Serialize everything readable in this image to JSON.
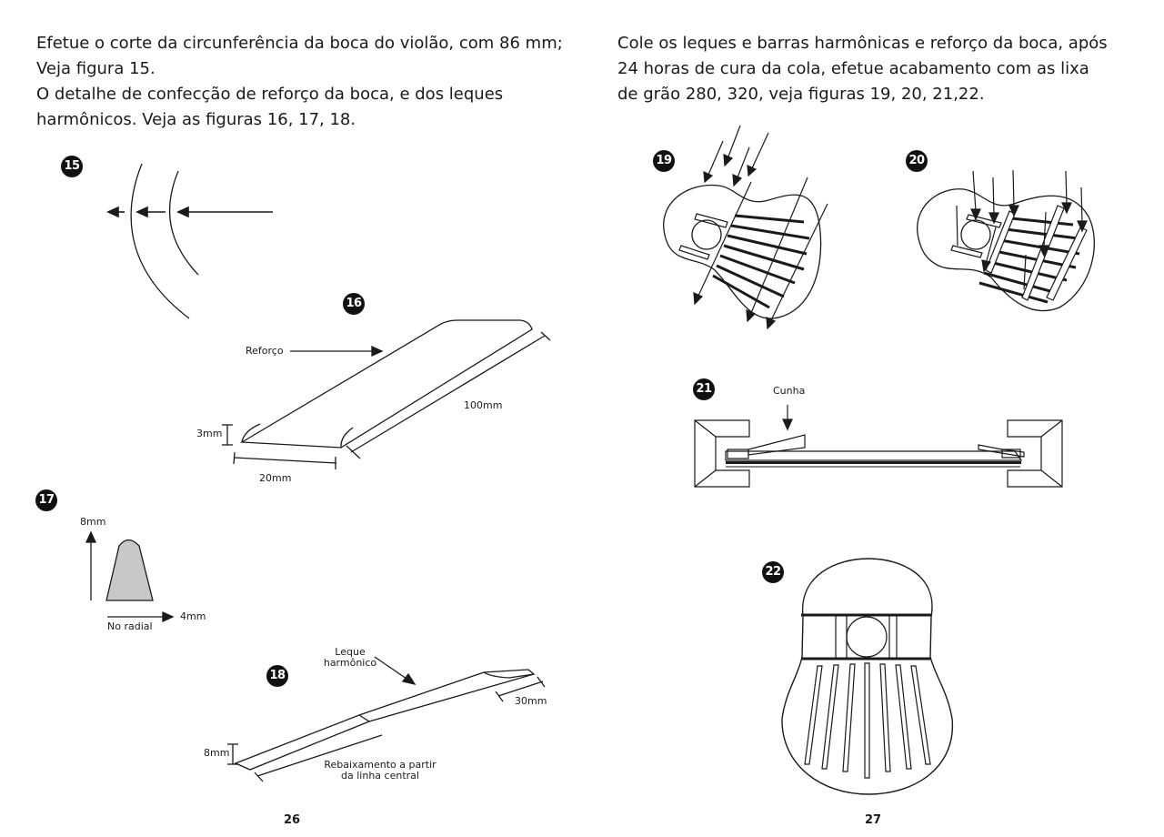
{
  "left_page": {
    "paragraph": {
      "line1": "Efetue o corte  da circunferência da boca do violão, com 86 mm;",
      "line2": "Veja figura 15.",
      "line3": "O detalhe de confecção de reforço da boca, e dos leques",
      "line4": "harmônicos. Veja as figuras 16, 17, 18."
    },
    "figures": {
      "fig15": {
        "number": "15"
      },
      "fig16": {
        "number": "16",
        "label_reforco": "Reforço",
        "dim_thickness": "3mm",
        "dim_width": "20mm",
        "dim_length": "100mm"
      },
      "fig17": {
        "number": "17",
        "dim_height": "8mm",
        "dim_width": "4mm",
        "label_radial": "No radial"
      },
      "fig18": {
        "number": "18",
        "label_leque_line1": "Leque",
        "label_leque_line2": "harmônico",
        "dim_length": "30mm",
        "dim_height": "8mm",
        "label_rebaix_line1": "Rebaixamento a partir",
        "label_rebaix_line2": "da linha central"
      }
    },
    "page_number": "26"
  },
  "right_page": {
    "paragraph": {
      "line1": "Cole os leques e barras harmônicas e reforço da boca, após",
      "line2": "24 horas de cura da cola,  efetue  acabamento com as lixa",
      "line3": "de grão  280, 320, veja figuras 19, 20, 21,22."
    },
    "figures": {
      "fig19": {
        "number": "19"
      },
      "fig20": {
        "number": "20"
      },
      "fig21": {
        "number": "21",
        "label_cunha": "Cunha"
      },
      "fig22": {
        "number": "22"
      }
    },
    "page_number": "27"
  },
  "colors": {
    "ink": "#1a1a1a",
    "profile_fill": "#c8c8c8",
    "background": "#ffffff"
  }
}
